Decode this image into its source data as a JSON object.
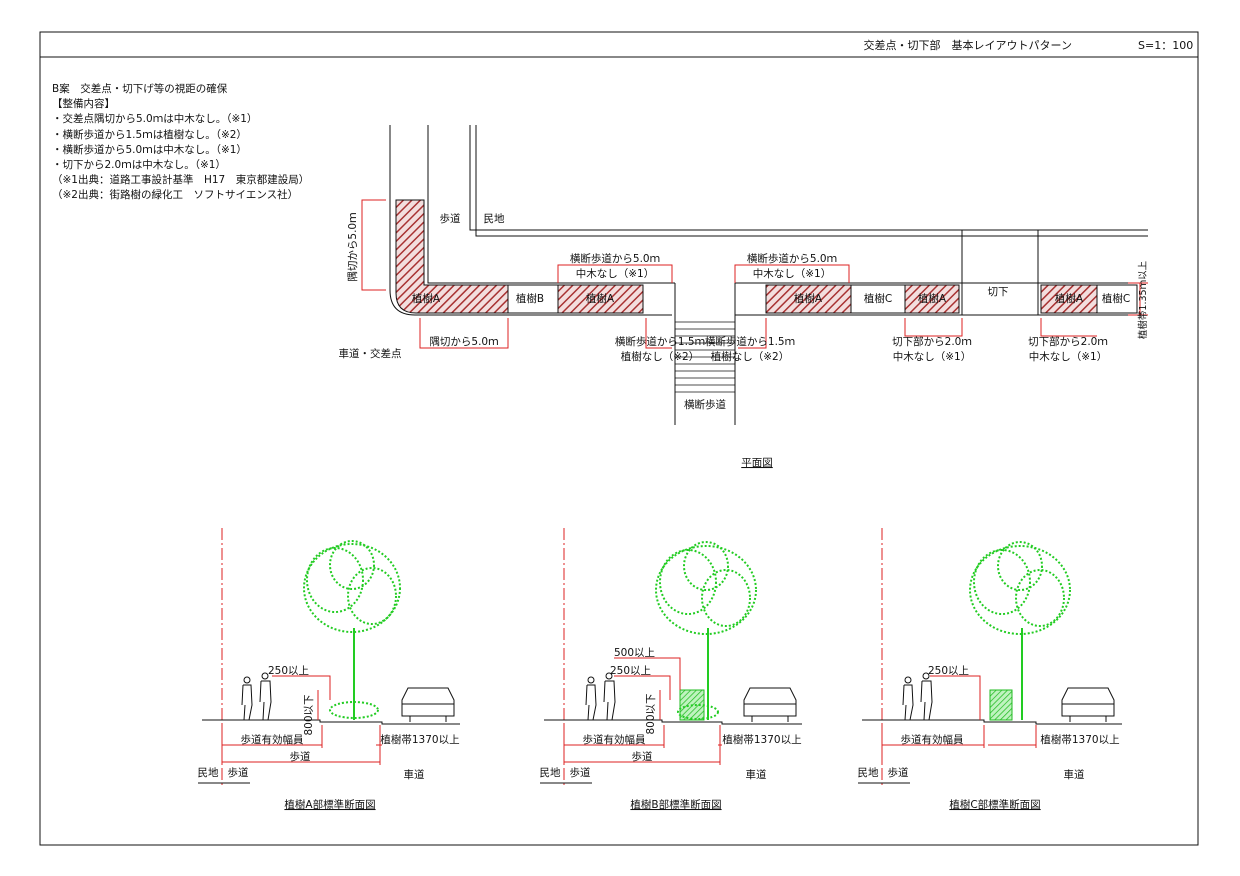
{
  "header": {
    "title": "交差点・切下部　基本レイアウトパターン",
    "scale": "S=1：100"
  },
  "notes": {
    "heading": "B案　交差点・切下げ等の視距の確保",
    "subheading": "【整備内容】",
    "items": [
      "・交差点隅切から5.0ｍは中木なし。（※1）",
      "・横断歩道から1.5ｍは植樹なし。（※2）",
      "・横断歩道から5.0ｍは中木なし。（※1）",
      "・切下から2.0ｍは中木なし。（※1）"
    ],
    "sources": [
      "（※1出典：道路工事設計基準　H17　東京都建設局）",
      "（※2出典：街路樹の緑化工　ソフトサイエンス社）"
    ]
  },
  "plan": {
    "caption": "平面図",
    "labels": {
      "sidewalk": "歩道",
      "private_land": "民地",
      "roadway_intersection": "車道・交差点",
      "crosswalk": "横断歩道",
      "curb_cut": "切下",
      "corner_cut_vertical": "隅切から5.0ｍ",
      "corner_cut_horizontal": "隅切から5.0ｍ",
      "cw_5m_left_1": "横断歩道から5.0ｍ",
      "cw_5m_left_2": "中木なし（※1）",
      "cw_5m_right_1": "横断歩道から5.0ｍ",
      "cw_5m_right_2": "中木なし（※1）",
      "cw_15_left_1": "横断歩道から1.5ｍ",
      "cw_15_left_2": "植樹なし（※2）",
      "cw_15_right_1": "横断歩道から1.5ｍ",
      "cw_15_right_2": "植樹なし（※2）",
      "cut_2m_1_a": "切下部から2.0ｍ",
      "cut_2m_1_b": "中木なし（※1）",
      "cut_2m_2_a": "切下部から2.0ｍ",
      "cut_2m_2_b": "中木なし（※1）",
      "planting_width": "植樹帯1.35ｍ以上"
    },
    "zones": {
      "z1": "植樹A",
      "z2": "植樹B",
      "z3": "植樹A",
      "z4": "植樹A",
      "z5": "植樹C",
      "z6": "植樹A",
      "z7": "植樹A",
      "z8": "植樹C"
    }
  },
  "sections": [
    {
      "title": "植樹A部標準断面図",
      "dim_top": "250以上",
      "dim_height": "800以下",
      "dim_effective": "歩道有効幅員",
      "dim_planting": "植樹帯1370以上",
      "dim_sidewalk": "歩道",
      "private_land": "民地",
      "sidewalk": "歩道",
      "roadway": "車道"
    },
    {
      "title": "植樹B部標準断面図",
      "dim_top2": "500以上",
      "dim_top": "250以上",
      "dim_height": "800以下",
      "dim_effective": "歩道有効幅員",
      "dim_planting": "植樹帯1370以上",
      "dim_sidewalk": "歩道",
      "private_land": "民地",
      "sidewalk": "歩道",
      "roadway": "車道"
    },
    {
      "title": "植樹C部標準断面図",
      "dim_top": "250以上",
      "dim_effective": "歩道有効幅員",
      "dim_planting": "植樹帯1370以上",
      "private_land": "民地",
      "sidewalk": "歩道",
      "roadway": "車道"
    }
  ],
  "colors": {
    "line": "#111111",
    "hatch": "#a83232",
    "red_dim": "#dd2222",
    "tree": "#22cc22"
  }
}
